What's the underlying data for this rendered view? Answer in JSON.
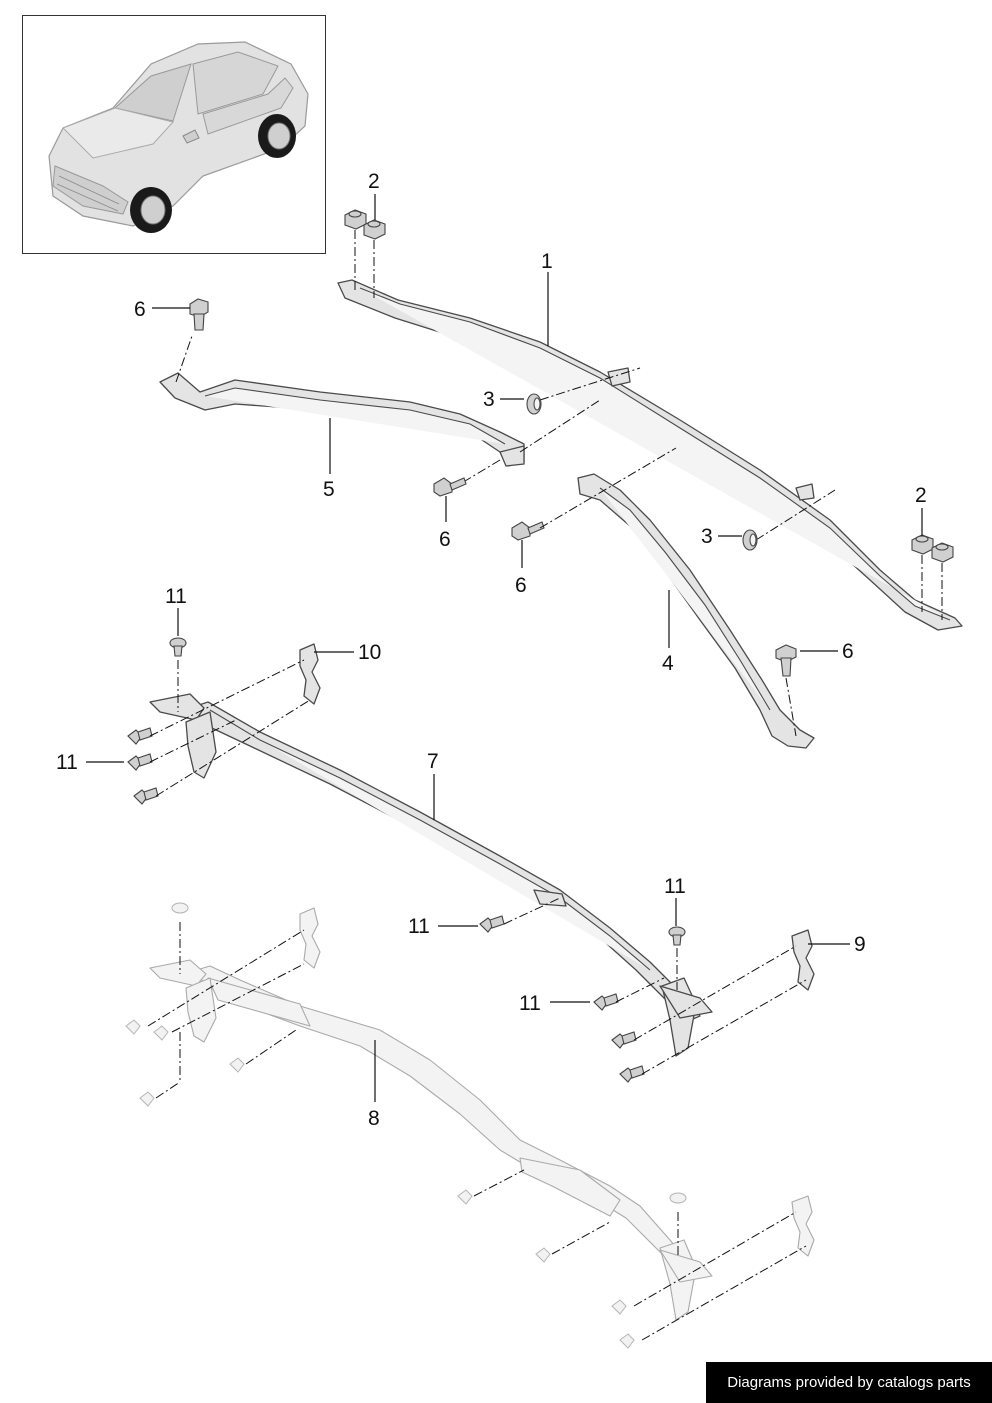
{
  "diagram": {
    "callouts": {
      "c1": "1",
      "c2a": "2",
      "c2b": "2",
      "c3a": "3",
      "c3b": "3",
      "c4": "4",
      "c5": "5",
      "c6a": "6",
      "c6b": "6",
      "c6c": "6",
      "c6d": "6",
      "c7": "7",
      "c8": "8",
      "c9": "9",
      "c10": "10",
      "c11a": "11",
      "c11b": "11",
      "c11c": "11",
      "c11d": "11",
      "c11e": "11"
    }
  },
  "footer": {
    "credit": "Diagrams provided by catalogs parts"
  }
}
